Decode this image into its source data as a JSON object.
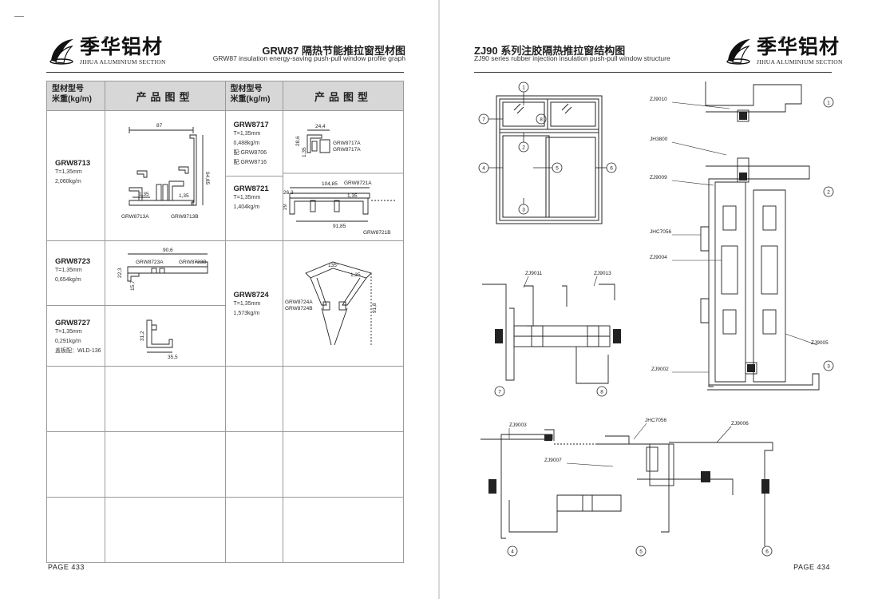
{
  "brand": {
    "name_cn": "季华铝材",
    "name_en": "JIHUA ALUMINIUM SECTION",
    "registered": "®"
  },
  "left_page": {
    "title": "GRW87 隔热节能推拉窗型材图",
    "subtitle": "GRW87 insulation energy-saving push-pull window profile graph",
    "page_number": "PAGE 433",
    "header": {
      "model_line1": "型材型号",
      "model_line2": "米重(kg/m)",
      "graph": "产品图型"
    },
    "col1": [
      {
        "name": "GRW8713",
        "lines": [
          "T=1,35mm",
          "2,060kg/m"
        ],
        "dims": [
          "87",
          "94,85",
          "1,35",
          "1,35"
        ],
        "parts": [
          "GRW8713A",
          "GRW8713B"
        ]
      },
      {
        "name": "GRW8723",
        "lines": [
          "T=1,35mm",
          "0,654kg/m"
        ],
        "dims": [
          "90,6",
          "22,3",
          "15,7"
        ],
        "parts": [
          "GRW8723A",
          "GRW8723B"
        ]
      },
      {
        "name": "GRW8727",
        "lines": [
          "T=1,35mm",
          "0,291kg/m",
          "盖板配：WLD-136"
        ],
        "dims": [
          "31,2",
          "35,5"
        ],
        "parts": []
      }
    ],
    "col2": [
      {
        "name": "GRW8717",
        "lines": [
          "T=1,35mm",
          "0,488kg/m",
          "配:GRW8706",
          "配:GRW8716"
        ],
        "dims": [
          "24,4",
          "28,6",
          "1,35"
        ],
        "parts": [
          "GRW8717A",
          "GRW8717A"
        ]
      },
      {
        "name": "GRW8721",
        "lines": [
          "T=1,35mm",
          "1,404kg/m"
        ],
        "dims": [
          "104,85",
          "29",
          "26,3",
          "91,85",
          "1,35"
        ],
        "parts": [
          "GRW8721A",
          "GRW8721B"
        ]
      },
      {
        "name": "GRW8724",
        "lines": [
          "T=1,35mm",
          "1,573kg/m"
        ],
        "dims": [
          "135°",
          "1,35",
          "91,8"
        ],
        "parts": [
          "GRW8724A",
          "GRW8724B"
        ]
      }
    ]
  },
  "right_page": {
    "title": "ZJ90 系列注胶隔热推拉窗结构图",
    "subtitle": "ZJ90 series rubber injection insulation push-pull window structure",
    "page_number": "PAGE 434",
    "window_markers": [
      "1",
      "2",
      "3",
      "4",
      "5",
      "6",
      "7",
      "8"
    ],
    "section_labels": {
      "vertical": [
        "ZJ9010",
        "JH3800",
        "ZJ9009",
        "JHC7056",
        "ZJ9004",
        "ZJ9005",
        "ZJ9002"
      ],
      "vertical_markers": [
        "1",
        "2",
        "3"
      ],
      "detail_78": [
        "ZJ9011",
        "ZJ9013"
      ],
      "detail_78_markers": [
        "7",
        "8"
      ],
      "horizontal": [
        "ZJ9003",
        "JHC7056",
        "ZJ9006",
        "ZJ9007"
      ],
      "horizontal_markers": [
        "4",
        "5",
        "6"
      ]
    }
  },
  "colors": {
    "header_bg": "#d7d7d7",
    "line": "#333333",
    "grid": "#9a9a9a"
  }
}
